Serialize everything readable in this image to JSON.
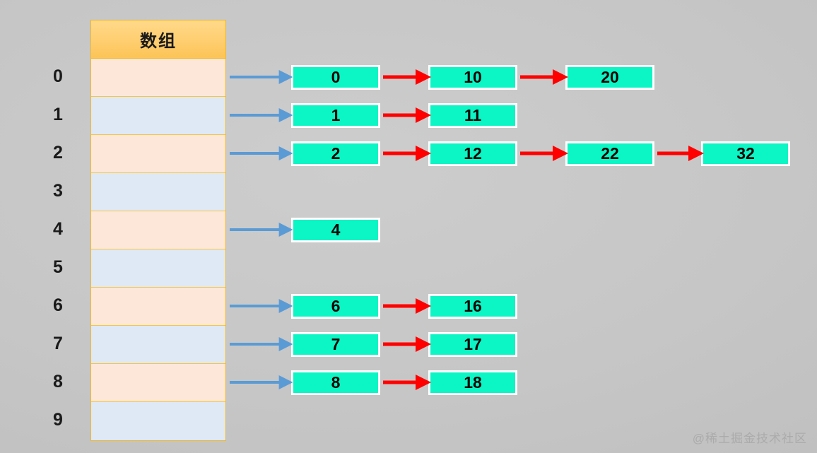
{
  "diagram": {
    "title": "hash-table-separate-chaining",
    "background_color": "#c4c4c4",
    "array": {
      "header_label": "数组",
      "header_color": "#ffcf72",
      "border_color": "#f0b726",
      "cell_colors": {
        "odd": "#fce7d8",
        "even": "#dfe9f5"
      },
      "index_labels": [
        "0",
        "1",
        "2",
        "3",
        "4",
        "5",
        "6",
        "7",
        "8",
        "9"
      ],
      "cells": [
        {
          "index": "0",
          "tone": "peach"
        },
        {
          "index": "1",
          "tone": "blue"
        },
        {
          "index": "2",
          "tone": "peach"
        },
        {
          "index": "3",
          "tone": "blue"
        },
        {
          "index": "4",
          "tone": "peach"
        },
        {
          "index": "5",
          "tone": "blue"
        },
        {
          "index": "6",
          "tone": "peach"
        },
        {
          "index": "7",
          "tone": "blue"
        },
        {
          "index": "8",
          "tone": "peach"
        },
        {
          "index": "9",
          "tone": "blue"
        }
      ]
    },
    "node_style": {
      "fill_color": "#0cf5c4",
      "border_color": "#ffffff",
      "text_color": "#050505"
    },
    "arrows": {
      "bucket_pointer_color": "#5b9bd5",
      "chain_link_color": "#ff0000"
    },
    "chains": [
      {
        "bucket": "0",
        "nodes": [
          "0",
          "10",
          "20"
        ]
      },
      {
        "bucket": "1",
        "nodes": [
          "1",
          "11"
        ]
      },
      {
        "bucket": "2",
        "nodes": [
          "2",
          "12",
          "22",
          "32"
        ]
      },
      {
        "bucket": "3",
        "nodes": []
      },
      {
        "bucket": "4",
        "nodes": [
          "4"
        ]
      },
      {
        "bucket": "5",
        "nodes": []
      },
      {
        "bucket": "6",
        "nodes": [
          "6",
          "16"
        ]
      },
      {
        "bucket": "7",
        "nodes": [
          "7",
          "17"
        ]
      },
      {
        "bucket": "8",
        "nodes": [
          "8",
          "18"
        ]
      },
      {
        "bucket": "9",
        "nodes": []
      }
    ],
    "watermark": "@稀土掘金技术社区"
  }
}
